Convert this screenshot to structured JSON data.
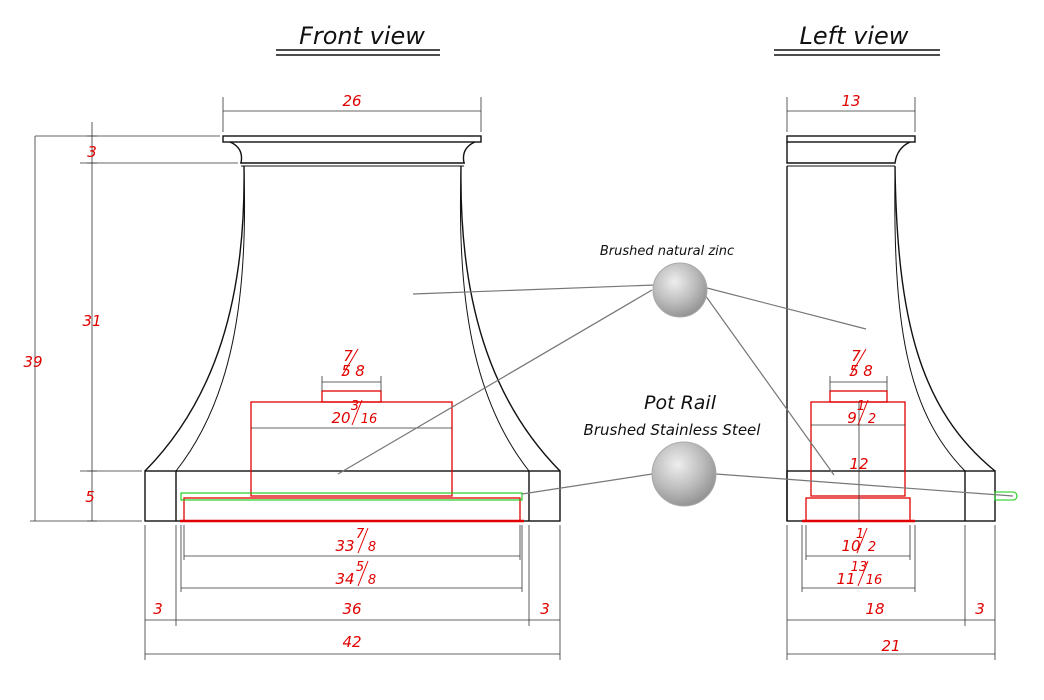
{
  "views": {
    "front_title": "Front view",
    "left_title": "Left view"
  },
  "materials": {
    "zinc_label": "Brushed natural zinc",
    "rail_title": "Pot Rail",
    "rail_material": "Brushed Stainless Steel"
  },
  "front_dims": {
    "top_width": "26",
    "crown_height": "3",
    "body_height": "31",
    "total_height": "39",
    "band_height": "5",
    "insert_a": {
      "whole": "",
      "num": "7",
      "den": "8",
      "extra": "5"
    },
    "insert_w": {
      "whole": "20",
      "num": "3",
      "den": "16"
    },
    "rail_inner": {
      "whole": "33",
      "num": "7",
      "den": "8"
    },
    "rail_outer": {
      "whole": "34",
      "num": "5",
      "den": "8"
    },
    "left_band": "3",
    "mid_width": "36",
    "right_band": "3",
    "total_width": "42"
  },
  "left_dims": {
    "top_width": "13",
    "insert_a": {
      "whole": "",
      "num": "7",
      "den": "8",
      "extra": "5"
    },
    "insert_w": {
      "whole": "9",
      "num": "1",
      "den": "2"
    },
    "insert_h": "12",
    "base_w1": {
      "whole": "10",
      "num": "1",
      "den": "2"
    },
    "base_w2": {
      "whole": "11",
      "num": "13",
      "den": "16"
    },
    "depth": "18",
    "band": "3",
    "total": "21"
  }
}
